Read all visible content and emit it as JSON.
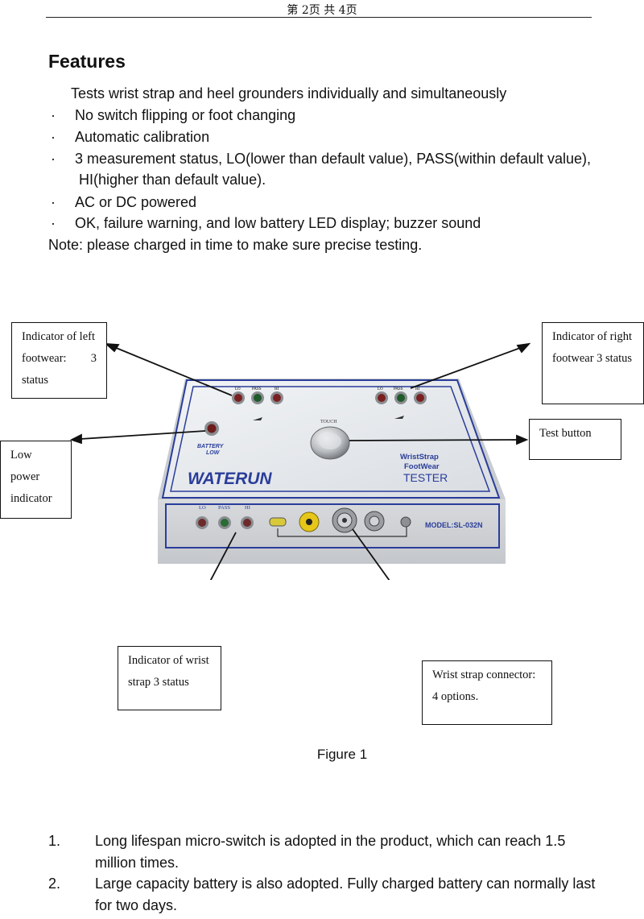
{
  "header": {
    "page_text": "第 2页 共 4页"
  },
  "features": {
    "title": "Features",
    "intro": "Tests wrist strap and heel grounders individually and simultaneously",
    "bullet_symbol": "·",
    "bullets": [
      "No switch flipping or foot changing",
      "Automatic calibration",
      "3 measurement status, LO(lower than default value), PASS(within default value),",
      "AC or DC powered",
      "OK, failure warning, and low battery LED display; buzzer sound"
    ],
    "bullet3_continuation": "HI(higher than default value).",
    "note": "Note: please charged in time to make sure precise testing."
  },
  "figure": {
    "callouts": {
      "left_footwear": [
        "Indicator of left",
        "footwear:",
        "3",
        "status"
      ],
      "right_footwear": [
        "Indicator of right",
        "footwear 3 status"
      ],
      "low_power": [
        "Low",
        "power",
        "indicator"
      ],
      "test_button": "Test button",
      "wrist_indicator": [
        "Indicator of wrist",
        "strap 3 status"
      ],
      "wrist_connector": [
        "Wrist strap connector:",
        "4 options."
      ]
    },
    "device": {
      "brand": "WATERUN",
      "product_line1": "WristStrap",
      "product_line2": "FootWear",
      "product_line3": "TESTER",
      "model": "MODEL:SL-032N",
      "touch_label": "TOUCH",
      "battery_label1": "BATTERY",
      "battery_label2": "LOW",
      "led_labels": [
        "LO",
        "PASS",
        "HI"
      ],
      "right_led_labels": [
        "LO",
        "PASS",
        "HI"
      ]
    },
    "caption": "Figure 1"
  },
  "list": [
    {
      "number": "1.",
      "text": "Long lifespan micro-switch is adopted in the product, which can reach 1.5 million times."
    },
    {
      "number": "2.",
      "text": "Large capacity battery is also adopted. Fully charged battery can normally last for two days."
    }
  ]
}
